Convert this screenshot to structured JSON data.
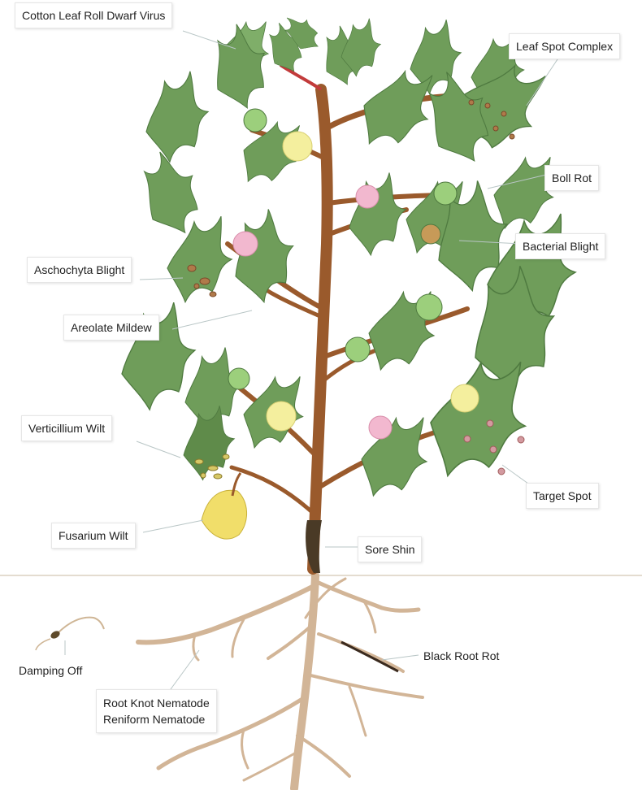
{
  "labels": {
    "cotton_leaf_roll_dwarf_virus": "Cotton Leaf Roll Dwarf Virus",
    "leaf_spot_complex": "Leaf Spot Complex",
    "boll_rot": "Boll Rot",
    "bacterial_blight": "Bacterial Blight",
    "aschochyta_blight": "Aschochyta Blight",
    "areolate_mildew": "Areolate Mildew",
    "verticillium_wilt": "Verticillium Wilt",
    "fusarium_wilt": "Fusarium Wilt",
    "target_spot": "Target Spot",
    "sore_shin": "Sore Shin",
    "black_root_rot": "Black Root Rot",
    "damping_off": "Damping Off",
    "root_knot_nematode": "Root Knot Nematode",
    "reniform_nematode": "Reniform Nematode"
  },
  "colors": {
    "leaf": "#6f9d5a",
    "leaf_dark": "#4f7a40",
    "stem": "#9a5a2c",
    "root": "#d2b597",
    "flower_cream": "#f4ef9e",
    "flower_pink": "#f2b8cf",
    "leader_line": "#b9c6c6",
    "soil_line": "#c9b8a2"
  }
}
